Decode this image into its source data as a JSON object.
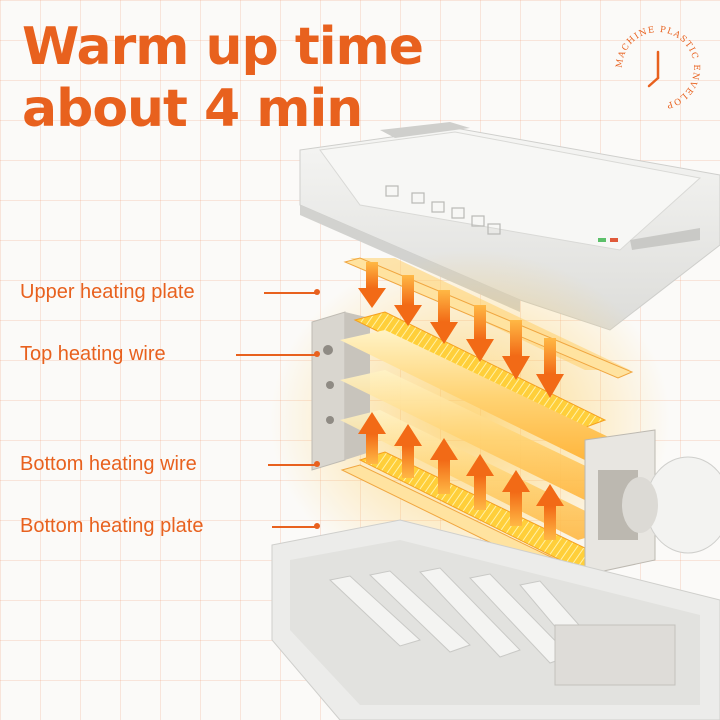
{
  "headline": {
    "line1": "Warm up time",
    "line2": "about 4 min"
  },
  "seal": {
    "text": "MACHINE PLASTIC ENVELOP",
    "icon": "clock-icon"
  },
  "labels": [
    {
      "id": "upper-heating-plate",
      "text": "Upper heating plate"
    },
    {
      "id": "top-heating-wire",
      "text": "Top heating wire"
    },
    {
      "id": "bottom-heating-wire",
      "text": "Bottom heating wire"
    },
    {
      "id": "bottom-heating-plate",
      "text": "Bottom heating plate"
    }
  ],
  "colors": {
    "accent": "#e8611e",
    "heat_glow": "#ffb02e",
    "machine_body": "#eeeeec"
  }
}
